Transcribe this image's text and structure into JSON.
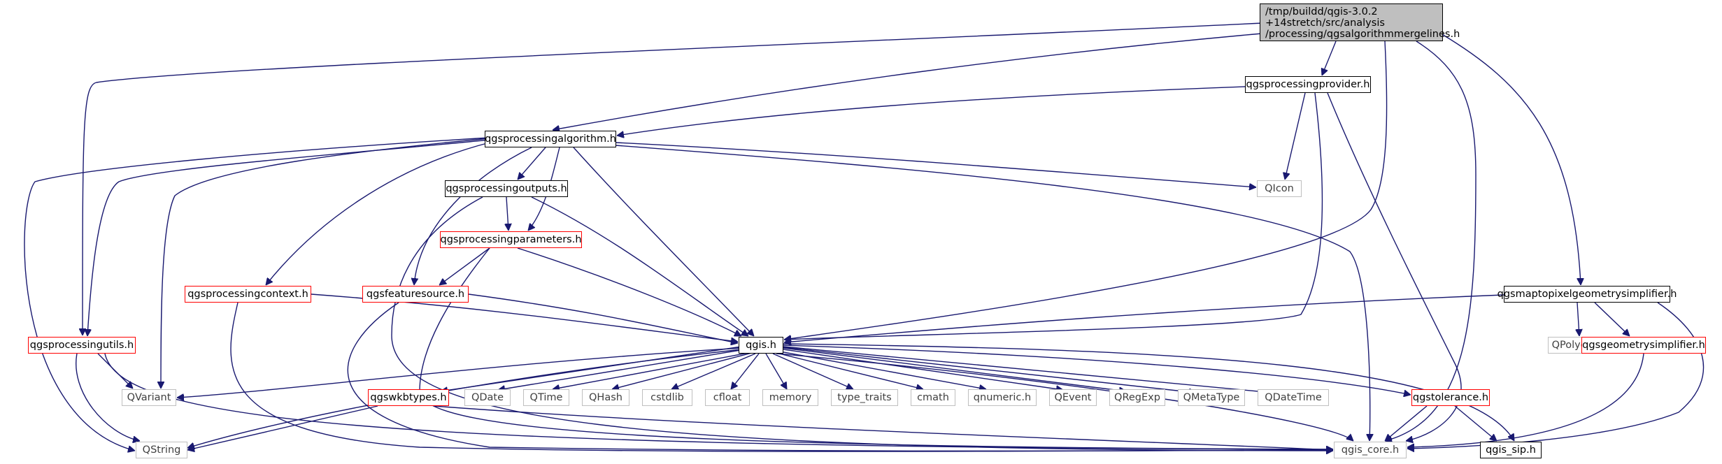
{
  "nodes": {
    "root": "/tmp/buildd/qgis-3.0.2\n+14stretch/src/analysis\n/processing/qgsalgorithmmergelines.h",
    "provider": "qgsprocessingprovider.h",
    "algorithm": "qgsprocessingalgorithm.h",
    "icon": "QIcon",
    "outputs": "qgsprocessingoutputs.h",
    "parameters": "qgsprocessingparameters.h",
    "context": "qgsprocessingcontext.h",
    "featuresource": "qgsfeaturesource.h",
    "maptopixel": "qgsmaptopixelgeometrysimplifier.h",
    "utils": "qgsprocessingutils.h",
    "qgis": "qgis.h",
    "polygonf": "QPolygonF",
    "geomsimplifier": "qgsgeometrysimplifier.h",
    "variant": "QVariant",
    "wkbtypes": "qgswkbtypes.h",
    "date": "QDate",
    "time": "QTime",
    "hash": "QHash",
    "cstdlib": "cstdlib",
    "cfloat": "cfloat",
    "memory": "memory",
    "type_traits": "type_traits",
    "cmath": "cmath",
    "qnumeric": "qnumeric.h",
    "event": "QEvent",
    "regexp": "QRegExp",
    "metatype": "QMetaType",
    "datetime": "QDateTime",
    "tolerance": "qgstolerance.h",
    "string": "QString",
    "core": "qgis_core.h",
    "sip": "qgis_sip.h"
  },
  "legend_colors": {
    "edge": "#191970",
    "file_border": "#000000",
    "incomplete_border": "#ff0000",
    "external_border": "#bfbfbf",
    "root_fill": "#bfbfbf"
  }
}
